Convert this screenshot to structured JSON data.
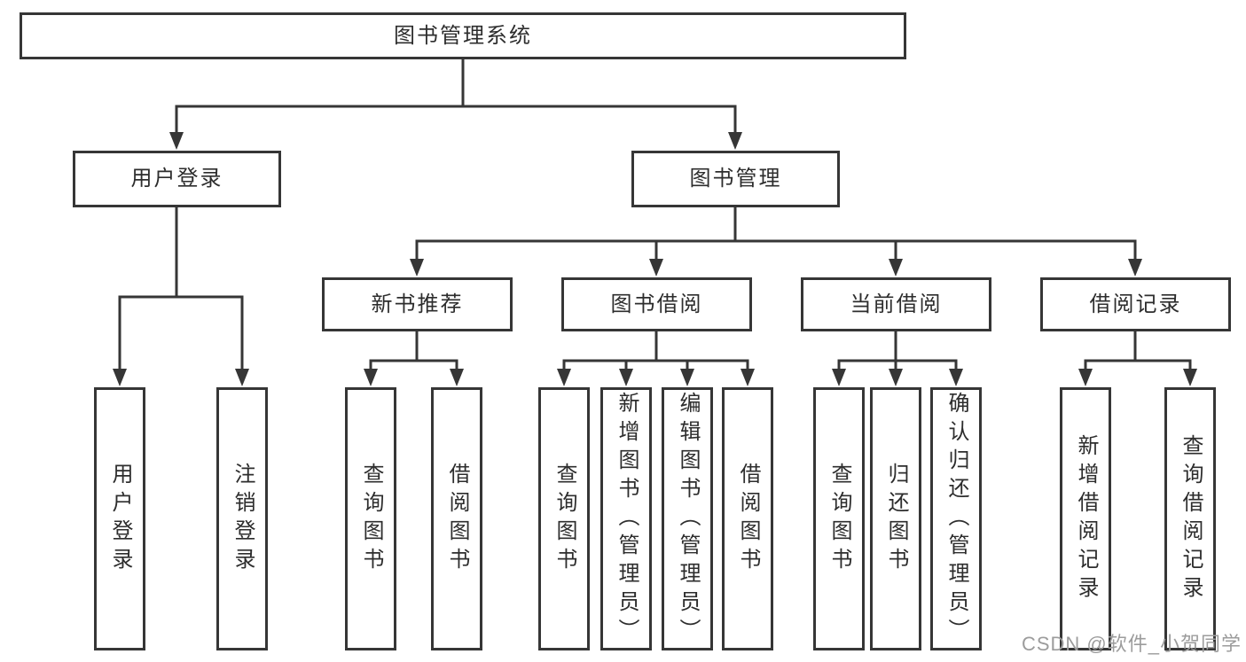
{
  "diagram": {
    "type": "hierarchy-tree",
    "tree": {
      "label": "图书管理系统",
      "children": [
        {
          "label": "用户登录",
          "children": [
            {
              "label": "用户登录"
            },
            {
              "label": "注销登录"
            }
          ]
        },
        {
          "label": "图书管理",
          "children": [
            {
              "label": "新书推荐",
              "children": [
                {
                  "label": "查询图书"
                },
                {
                  "label": "借阅图书"
                }
              ]
            },
            {
              "label": "图书借阅",
              "children": [
                {
                  "label": "查询图书"
                },
                {
                  "label": "新增图书（管理员）"
                },
                {
                  "label": "编辑图书（管理员）"
                },
                {
                  "label": "借阅图书"
                }
              ]
            },
            {
              "label": "当前借阅",
              "children": [
                {
                  "label": "查询图书"
                },
                {
                  "label": "归还图书"
                },
                {
                  "label": "确认归还（管理员）"
                }
              ]
            },
            {
              "label": "借阅记录",
              "children": [
                {
                  "label": "新增借阅记录"
                },
                {
                  "label": "查询借阅记录"
                }
              ]
            }
          ]
        }
      ]
    }
  },
  "watermark": {
    "text": "CSDN @软件_小贺同学"
  },
  "colors": {
    "background": "#ffffff",
    "box_border": "#363636",
    "connector": "#363636",
    "text": "#2d2d2d",
    "watermark": "#9c9c9c"
  }
}
